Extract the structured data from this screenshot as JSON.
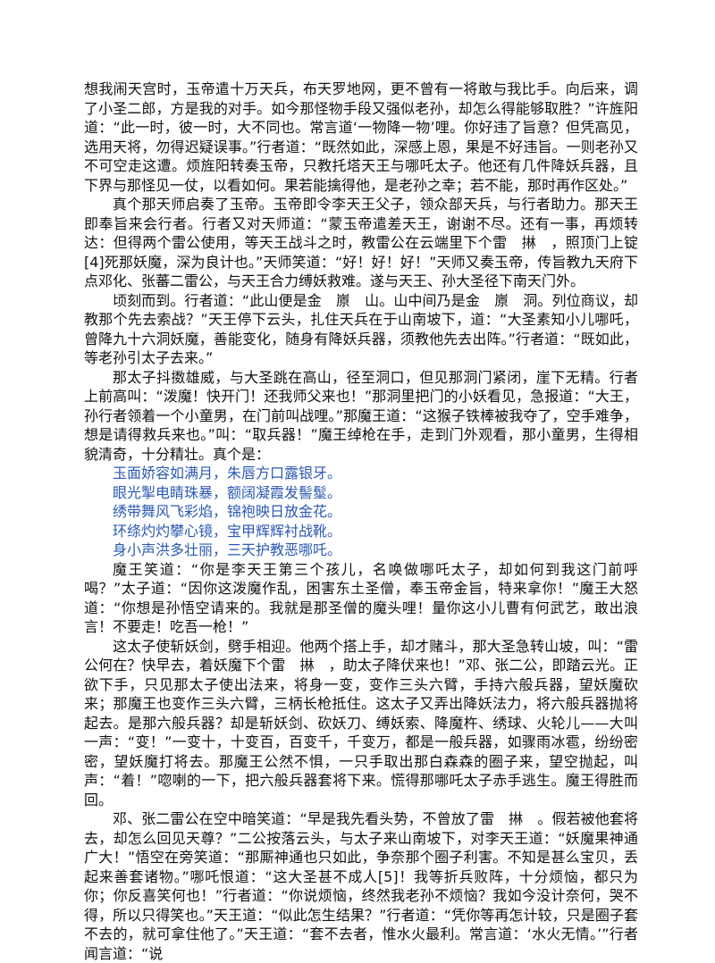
{
  "paragraphs": [
    "想我闹天宫时，玉帝遣十万天兵，布天罗地网，更不曾有一将敢与我比手。向后来，调了小圣二郎，方是我的对手。如今那怪物手段又强似老孙，却怎么得能够取胜？”许旌阳道：“此一时，彼一时，大不同也。常言道‘一物降一物’哩。你好违了旨意？但凭高见，选用天将，勿得迟疑误事。”行者道：“既然如此，深感上恩，果是不好违旨。一则老孙又不可空走这遭。烦旌阳转奏玉帝，只教托塔天王与哪吒太子。他还有几件降妖兵器，且下界与那怪见一仗，以看如何。果若能擒得他，是老孙之幸；若不能，那时再作区处。”",
    "真个那天师启奏了玉帝。玉帝即令李天王父子，领众部天兵，与行者助力。那天王即奉旨来会行者。行者又对天师道：“蒙玉帝遣差天王，谢谢不尽。还有一事，再烦转达：但得两个雷公使用，等天王战斗之时，教雷公在云端里下个雷　㨆　，照顶门上锭[4]死那妖魔，深为良计也。”天师笑道：“好！好！好！”天师又奏玉帝，传旨教九天府下点邓化、张蕃二雷公，与天王合力缚妖救难。遂与天王、孙大圣径下南天门外。",
    "顷刻而到。行者道：“此山便是金　㟶　山。山中间乃是金　㟶　洞。列位商议，却教那个先去索战？”天王停下云头，扎住天兵在于山南坡下，道：“大圣素知小儿哪吒，曾降九十六洞妖魔，善能变化，随身有降妖兵器，须教他先去出阵。”行者道：“既如此，等老孙引太子去来。”",
    "那太子抖擞雄威，与大圣跳在高山，径至洞口，但见那洞门紧闭，崖下无精。行者上前高叫：“泼魔！快开门！还我师父来也！”那洞里把门的小妖看见，急报道：“大王，孙行者领着一个小童男，在门前叫战哩。”那魔王道：“这猴子铁棒被我夺了，空手难争，想是请得救兵来也。”叫：“取兵器！”魔王绰枪在手，走到门外观看，那小童男，生得相貌清奇，十分精壮。真个是：",
    "魔王笑道：“你是李天王第三个孩儿，名唤做哪吒太子，却如何到我这门前呼喝？”太子道：“因你这泼魔作乱，困害东土圣僧，奉玉帝金旨，特来拿你！”魔王大怒道：“你想是孙悟空请来的。我就是那圣僧的魔头哩！量你这小儿曹有何武艺，敢出浪言！不要走！吃吾一枪！”",
    "这太子使斩妖剑，劈手相迎。他两个搭上手，却才赌斗，那大圣急转山坡，叫：“雷公何在？快早去，着妖魔下个雷　㨆　，助太子降伏来也！”邓、张二公，即踏云光。正欲下手，只见那太子使出法来，将身一变，变作三头六臂，手持六般兵器，望妖魔砍来；那魔王也变作三头六臂，三柄长枪抵住。这太子又弄出降妖法力，将六般兵器抛将起去。是那六般兵器？却是斩妖剑、砍妖刀、缚妖索、降魔杵、绣球、火轮儿——大叫一声：“变！”一变十，十变百，百变千，千变万，都是一般兵器，如骤雨冰雹，纷纷密密，望妖魔打将去。那魔王公然不惧，一只手取出那白森森的圈子来，望空抛起，叫声：“着！”唿喇的一下，把六般兵器套将下来。慌得那哪吒太子赤手逃生。魔王得胜而回。",
    "邓、张二雷公在空中暗笑道：“早是我先看头势，不曾放了雷　㨆　。假若被他套将去，却怎么回见天尊？”二公按落云头，与太子来山南坡下，对李天王道：“妖魔果神通广大！”悟空在旁笑道：“那厮神通也只如此，争奈那个圈子利害。不知是甚么宝贝，丢起来善套诸物。”哪吒恨道：“这大圣甚不成人[5]！我等折兵败阵，十分烦恼，都只为你；你反喜笑何也！”行者道：“你说烦恼，终然我老孙不烦恼？我如今没计奈何，哭不得，所以只得笑也。”天王道：“似此怎生结果？”行者道：“凭你等再怎计较，只是圈子套不去的，就可拿住他了。”天王道：“套不去者，惟水火最利。常言道：‘水火无情。’”行者闻言道：“说"
  ],
  "poem": [
    "玉面娇容如满月，朱唇方口露银牙。",
    "眼光掣电睛珠暴，额阔凝霞发髻髽。",
    "绣带舞风飞彩焰，锦袍映日放金花。",
    "环绦灼灼攀心镜，宝甲辉辉衬战靴。",
    "身小声洪多壮丽，三天护教恶哪吒。"
  ]
}
